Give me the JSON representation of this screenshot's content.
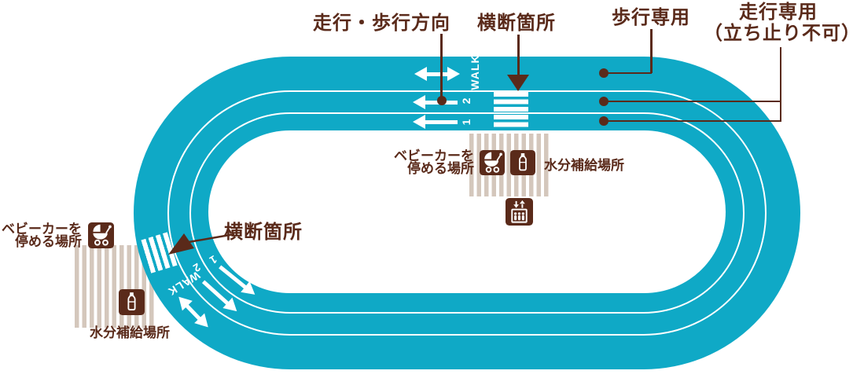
{
  "colors": {
    "track_teal": "#0fa9c6",
    "annotation_brown": "#5a2a1a",
    "stripe_beige": "#d4c7bc",
    "marking_white": "#ffffff"
  },
  "annotations": {
    "direction": {
      "label": "走行・歩行方向"
    },
    "crossing_top": {
      "label": "横断箇所"
    },
    "walk_only": {
      "label": "歩行専用"
    },
    "run_only": {
      "line1": "走行専用",
      "line2": "（立ち止り不可）"
    },
    "crossing_bottom": {
      "label": "横断箇所"
    }
  },
  "lane_markings": {
    "top": {
      "walk": "WALK",
      "lane2": "2",
      "lane1": "1"
    },
    "bottom": {
      "walk": "WALK",
      "lane2": "2",
      "lane1": "1"
    }
  },
  "facilities": {
    "center": {
      "stroller_label_line1": "ベビーカーを",
      "stroller_label_line2": "停める場所",
      "water_label": "水分補給場所",
      "icons": [
        "stroller-icon",
        "water-bottle-icon",
        "elevator-icon"
      ]
    },
    "left": {
      "stroller_label_line1": "ベビーカーを",
      "stroller_label_line2": "停める場所",
      "water_label": "水分補給場所",
      "icons": [
        "stroller-icon",
        "water-bottle-icon"
      ]
    }
  }
}
